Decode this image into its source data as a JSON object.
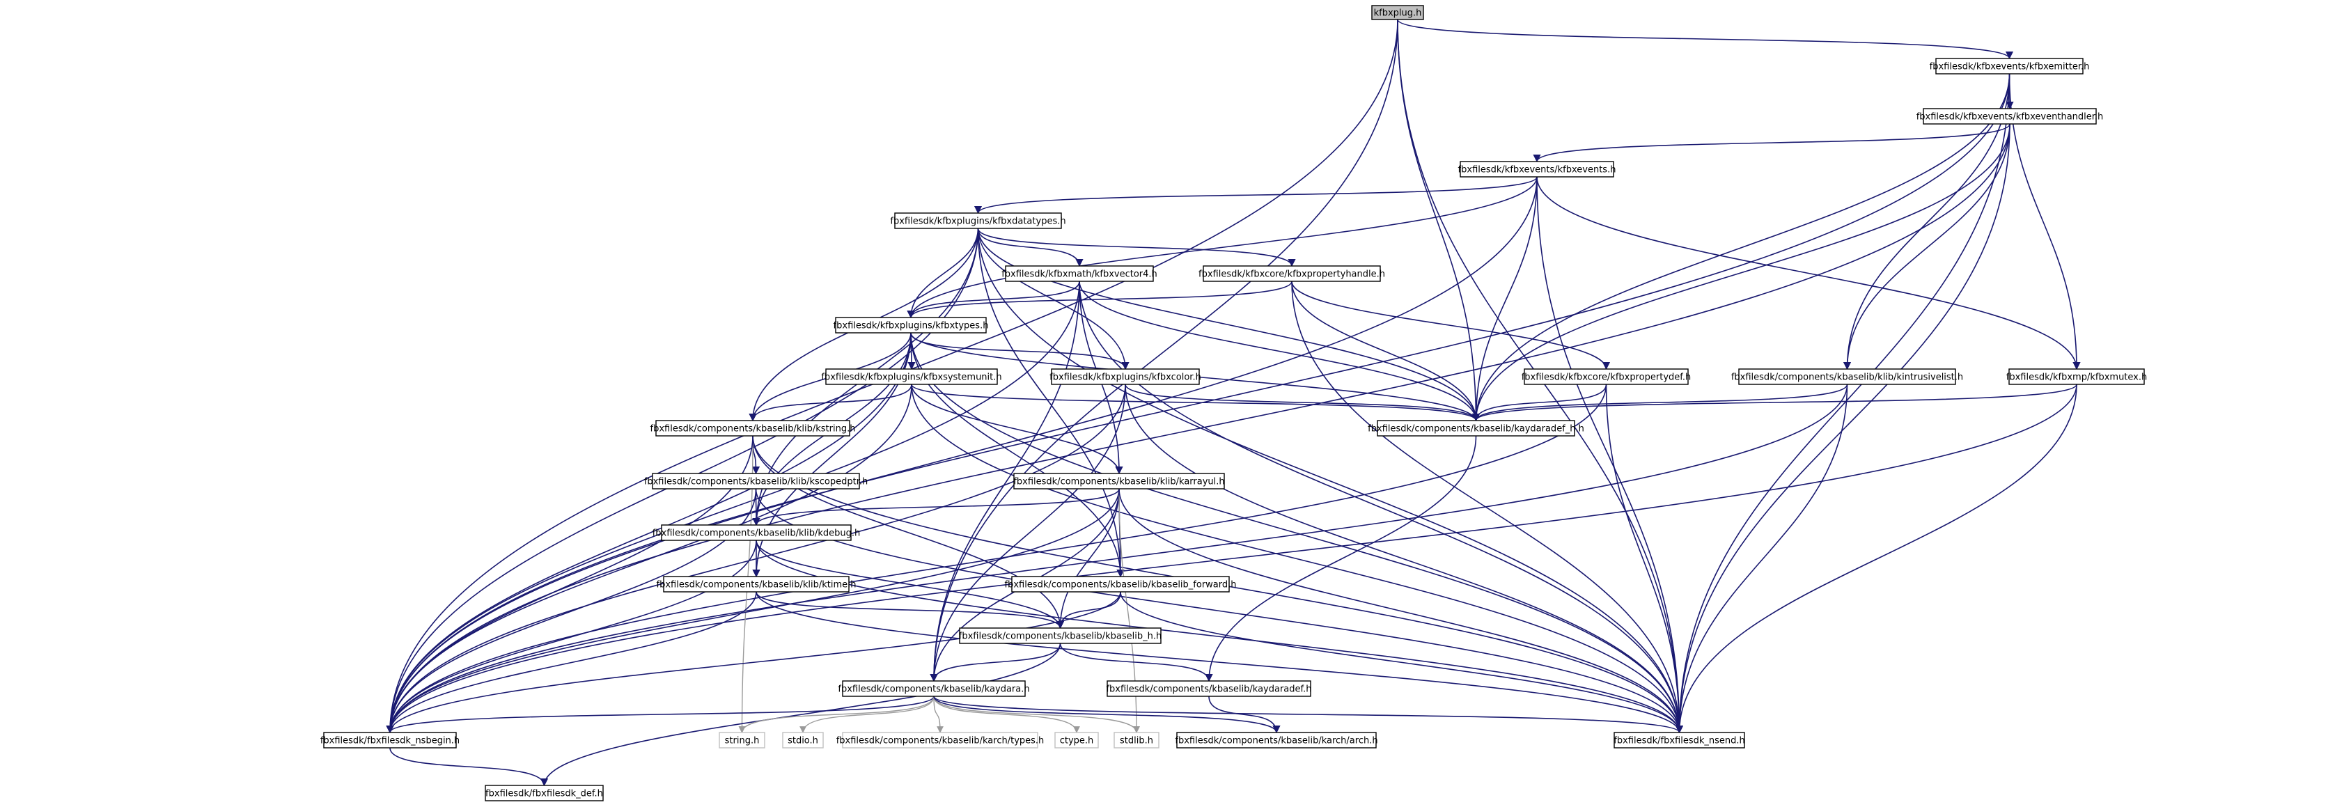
{
  "colors": {
    "edge": "#191970",
    "system_edge": "#9a9a9a",
    "node_border": "#000000",
    "system_node_border": "#c0c0c0",
    "root_fill": "#bfbfbf",
    "background": "#ffffff"
  },
  "nodes": [
    {
      "id": "root",
      "label": "kfbxplug.h",
      "kind": "root"
    },
    {
      "id": "emitter",
      "label": "fbxfilesdk/kfbxevents/kfbxemitter.h",
      "kind": "header"
    },
    {
      "id": "eventhandler",
      "label": "fbxfilesdk/kfbxevents/kfbxeventhandler.h",
      "kind": "header"
    },
    {
      "id": "events",
      "label": "fbxfilesdk/kfbxevents/kfbxevents.h",
      "kind": "header"
    },
    {
      "id": "datatypes",
      "label": "fbxfilesdk/kfbxplugins/kfbxdatatypes.h",
      "kind": "header"
    },
    {
      "id": "vector4",
      "label": "fbxfilesdk/kfbxmath/kfbxvector4.h",
      "kind": "header"
    },
    {
      "id": "propertyhandle",
      "label": "fbxfilesdk/kfbxcore/kfbxpropertyhandle.h",
      "kind": "header"
    },
    {
      "id": "types",
      "label": "fbxfilesdk/kfbxplugins/kfbxtypes.h",
      "kind": "header"
    },
    {
      "id": "systemunit",
      "label": "fbxfilesdk/kfbxplugins/kfbxsystemunit.h",
      "kind": "header"
    },
    {
      "id": "color",
      "label": "fbxfilesdk/kfbxplugins/kfbxcolor.h",
      "kind": "header"
    },
    {
      "id": "propertydef",
      "label": "fbxfilesdk/kfbxcore/kfbxpropertydef.h",
      "kind": "header"
    },
    {
      "id": "intrusivelist",
      "label": "fbxfilesdk/components/kbaselib/klib/kintrusivelist.h",
      "kind": "header"
    },
    {
      "id": "mutex",
      "label": "fbxfilesdk/kfbxmp/kfbxmutex.h",
      "kind": "header"
    },
    {
      "id": "kaydaradef_h",
      "label": "fbxfilesdk/components/kbaselib/kaydaradef_h.h",
      "kind": "header"
    },
    {
      "id": "kstring",
      "label": "fbxfilesdk/components/kbaselib/klib/kstring.h",
      "kind": "header"
    },
    {
      "id": "kscopedptr",
      "label": "fbxfilesdk/components/kbaselib/klib/kscopedptr.h",
      "kind": "header"
    },
    {
      "id": "karrayul",
      "label": "fbxfilesdk/components/kbaselib/klib/karrayul.h",
      "kind": "header"
    },
    {
      "id": "kdebug",
      "label": "fbxfilesdk/components/kbaselib/klib/kdebug.h",
      "kind": "header"
    },
    {
      "id": "ktime",
      "label": "fbxfilesdk/components/kbaselib/klib/ktime.h",
      "kind": "header"
    },
    {
      "id": "kbaselib_forward",
      "label": "fbxfilesdk/components/kbaselib/kbaselib_forward.h",
      "kind": "header"
    },
    {
      "id": "kbaselib_h",
      "label": "fbxfilesdk/components/kbaselib/kbaselib_h.h",
      "kind": "header"
    },
    {
      "id": "kaydara",
      "label": "fbxfilesdk/components/kbaselib/kaydara.h",
      "kind": "header"
    },
    {
      "id": "kaydaradef",
      "label": "fbxfilesdk/components/kbaselib/kaydaradef.h",
      "kind": "header"
    },
    {
      "id": "nsbegin",
      "label": "fbxfilesdk/fbxfilesdk_nsbegin.h",
      "kind": "header"
    },
    {
      "id": "nsend",
      "label": "fbxfilesdk/fbxfilesdk_nsend.h",
      "kind": "header"
    },
    {
      "id": "string_h",
      "label": "string.h",
      "kind": "system"
    },
    {
      "id": "stdio_h",
      "label": "stdio.h",
      "kind": "system"
    },
    {
      "id": "karch_types",
      "label": "fbxfilesdk/components/kbaselib/karch/types.h",
      "kind": "system"
    },
    {
      "id": "ctype_h",
      "label": "ctype.h",
      "kind": "system"
    },
    {
      "id": "stdlib_h",
      "label": "stdlib.h",
      "kind": "system"
    },
    {
      "id": "karch_arch",
      "label": "fbxfilesdk/components/kbaselib/karch/arch.h",
      "kind": "header"
    },
    {
      "id": "fbxfilesdk_def",
      "label": "fbxfilesdk/fbxfilesdk_def.h",
      "kind": "header"
    }
  ],
  "edges": [
    [
      "root",
      "emitter"
    ],
    [
      "root",
      "kaydaradef_h"
    ],
    [
      "root",
      "kaydara"
    ],
    [
      "root",
      "nsbegin"
    ],
    [
      "root",
      "nsend"
    ],
    [
      "emitter",
      "eventhandler"
    ],
    [
      "emitter",
      "intrusivelist"
    ],
    [
      "emitter",
      "mutex"
    ],
    [
      "emitter",
      "kaydaradef_h"
    ],
    [
      "emitter",
      "nsbegin"
    ],
    [
      "emitter",
      "nsend"
    ],
    [
      "eventhandler",
      "events"
    ],
    [
      "eventhandler",
      "intrusivelist"
    ],
    [
      "eventhandler",
      "kaydaradef_h"
    ],
    [
      "eventhandler",
      "nsbegin"
    ],
    [
      "eventhandler",
      "nsend"
    ],
    [
      "events",
      "datatypes"
    ],
    [
      "events",
      "types"
    ],
    [
      "events",
      "mutex"
    ],
    [
      "events",
      "kaydaradef_h"
    ],
    [
      "events",
      "nsbegin"
    ],
    [
      "events",
      "nsend"
    ],
    [
      "datatypes",
      "vector4"
    ],
    [
      "datatypes",
      "propertyhandle"
    ],
    [
      "datatypes",
      "types"
    ],
    [
      "datatypes",
      "color"
    ],
    [
      "datatypes",
      "kstring"
    ],
    [
      "datatypes",
      "kdebug"
    ],
    [
      "datatypes",
      "kbaselib_forward"
    ],
    [
      "datatypes",
      "kaydaradef_h"
    ],
    [
      "datatypes",
      "nsbegin"
    ],
    [
      "datatypes",
      "nsend"
    ],
    [
      "vector4",
      "types"
    ],
    [
      "vector4",
      "karrayul"
    ],
    [
      "vector4",
      "kaydara"
    ],
    [
      "vector4",
      "kaydaradef_h"
    ],
    [
      "vector4",
      "nsbegin"
    ],
    [
      "vector4",
      "nsend"
    ],
    [
      "propertyhandle",
      "types"
    ],
    [
      "propertyhandle",
      "propertydef"
    ],
    [
      "propertyhandle",
      "kaydaradef_h"
    ],
    [
      "propertyhandle",
      "nsend"
    ],
    [
      "types",
      "systemunit"
    ],
    [
      "types",
      "color"
    ],
    [
      "types",
      "kstring"
    ],
    [
      "types",
      "kdebug"
    ],
    [
      "types",
      "ktime"
    ],
    [
      "types",
      "kbaselib_forward"
    ],
    [
      "types",
      "kaydaradef_h"
    ],
    [
      "types",
      "nsbegin"
    ],
    [
      "types",
      "nsend"
    ],
    [
      "systemunit",
      "kstring"
    ],
    [
      "systemunit",
      "karrayul"
    ],
    [
      "systemunit",
      "kaydaradef_h"
    ],
    [
      "systemunit",
      "nsbegin"
    ],
    [
      "systemunit",
      "nsend"
    ],
    [
      "color",
      "kaydara"
    ],
    [
      "color",
      "kaydaradef_h"
    ],
    [
      "color",
      "nsbegin"
    ],
    [
      "color",
      "nsend"
    ],
    [
      "propertydef",
      "kaydaradef_h"
    ],
    [
      "propertydef",
      "nsbegin"
    ],
    [
      "propertydef",
      "nsend"
    ],
    [
      "intrusivelist",
      "kaydaradef_h"
    ],
    [
      "intrusivelist",
      "nsbegin"
    ],
    [
      "intrusivelist",
      "nsend"
    ],
    [
      "mutex",
      "kaydaradef_h"
    ],
    [
      "mutex",
      "nsbegin"
    ],
    [
      "mutex",
      "nsend"
    ],
    [
      "kaydaradef_h",
      "kaydaradef"
    ],
    [
      "kstring",
      "kscopedptr"
    ],
    [
      "kstring",
      "kbaselib_h"
    ],
    [
      "kstring",
      "string_h"
    ],
    [
      "kstring",
      "nsbegin"
    ],
    [
      "kstring",
      "nsend"
    ],
    [
      "kscopedptr",
      "kdebug"
    ],
    [
      "kscopedptr",
      "nsbegin"
    ],
    [
      "kscopedptr",
      "nsend"
    ],
    [
      "karrayul",
      "kdebug"
    ],
    [
      "karrayul",
      "kbaselib_forward"
    ],
    [
      "karrayul",
      "kbaselib_h"
    ],
    [
      "karrayul",
      "kaydara"
    ],
    [
      "karrayul",
      "stdlib_h"
    ],
    [
      "karrayul",
      "nsbegin"
    ],
    [
      "karrayul",
      "nsend"
    ],
    [
      "kdebug",
      "ktime"
    ],
    [
      "kdebug",
      "kbaselib_h"
    ],
    [
      "kdebug",
      "nsbegin"
    ],
    [
      "kdebug",
      "nsend"
    ],
    [
      "ktime",
      "kbaselib_h"
    ],
    [
      "ktime",
      "nsbegin"
    ],
    [
      "ktime",
      "nsend"
    ],
    [
      "kbaselib_forward",
      "kbaselib_h"
    ],
    [
      "kbaselib_forward",
      "nsbegin"
    ],
    [
      "kbaselib_forward",
      "nsend"
    ],
    [
      "kbaselib_h",
      "kaydara"
    ],
    [
      "kbaselib_h",
      "kaydaradef"
    ],
    [
      "kbaselib_h",
      "fbxfilesdk_def"
    ],
    [
      "kaydara",
      "nsbegin"
    ],
    [
      "kaydara",
      "nsend"
    ],
    [
      "kaydara",
      "string_h"
    ],
    [
      "kaydara",
      "stdio_h"
    ],
    [
      "kaydara",
      "karch_types"
    ],
    [
      "kaydara",
      "ctype_h"
    ],
    [
      "kaydara",
      "stdlib_h"
    ],
    [
      "kaydara",
      "karch_arch"
    ],
    [
      "kaydaradef",
      "karch_arch"
    ],
    [
      "nsbegin",
      "fbxfilesdk_def"
    ]
  ]
}
